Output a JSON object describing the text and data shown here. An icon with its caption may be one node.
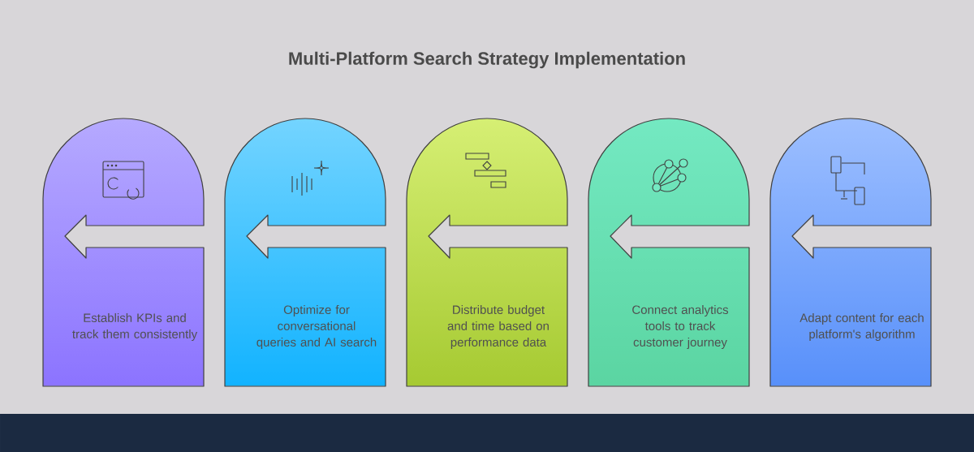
{
  "diagram": {
    "title": "Multi-Platform Search Strategy Implementation",
    "nodes": [
      {
        "text": [
          "Establish KPIs and track them consistently"
        ]
      },
      {
        "text": [
          "Optimize for conversational queries and AI search"
        ]
      },
      {
        "text": [
          "Distribute budget and time based on performance data"
        ]
      },
      {
        "text": [
          "Connect analytics tools to track customer journey"
        ]
      },
      {
        "text": [
          "Adapt content for each platform's algorithm"
        ]
      }
    ]
  }
}
